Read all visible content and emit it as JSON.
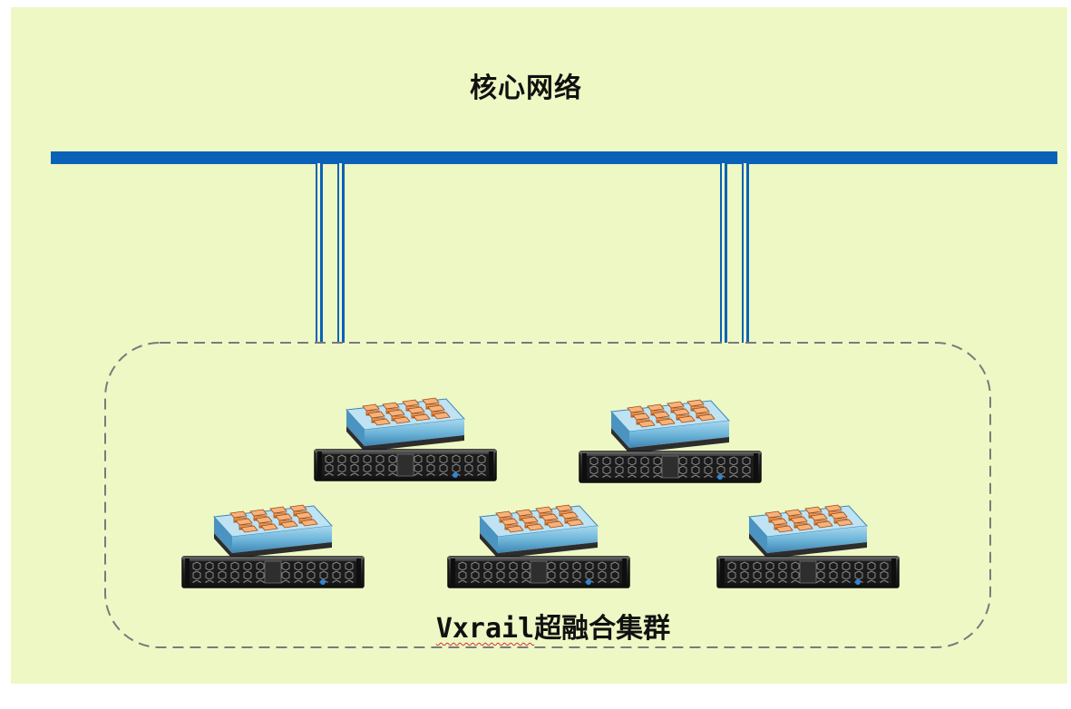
{
  "title": "核心网络",
  "cluster": {
    "label_prefix": "Vxrail",
    "label_suffix": "超融合集群",
    "node_count": 5
  },
  "links": {
    "uplink_pairs": 2,
    "lines_per_pair": 2
  },
  "colors": {
    "background": "#eef8c4",
    "network_bus": "#0a62b8",
    "uplink": "#0a62b8",
    "cluster_border": "#7a7a7a",
    "server_chassis": "#2a2a2a",
    "tray_top": "#6fb6da",
    "module": "#e8843a",
    "text": "#111111",
    "spell_underline": "#d23030"
  },
  "icons": {
    "server": "hyperconverged-server-icon"
  }
}
